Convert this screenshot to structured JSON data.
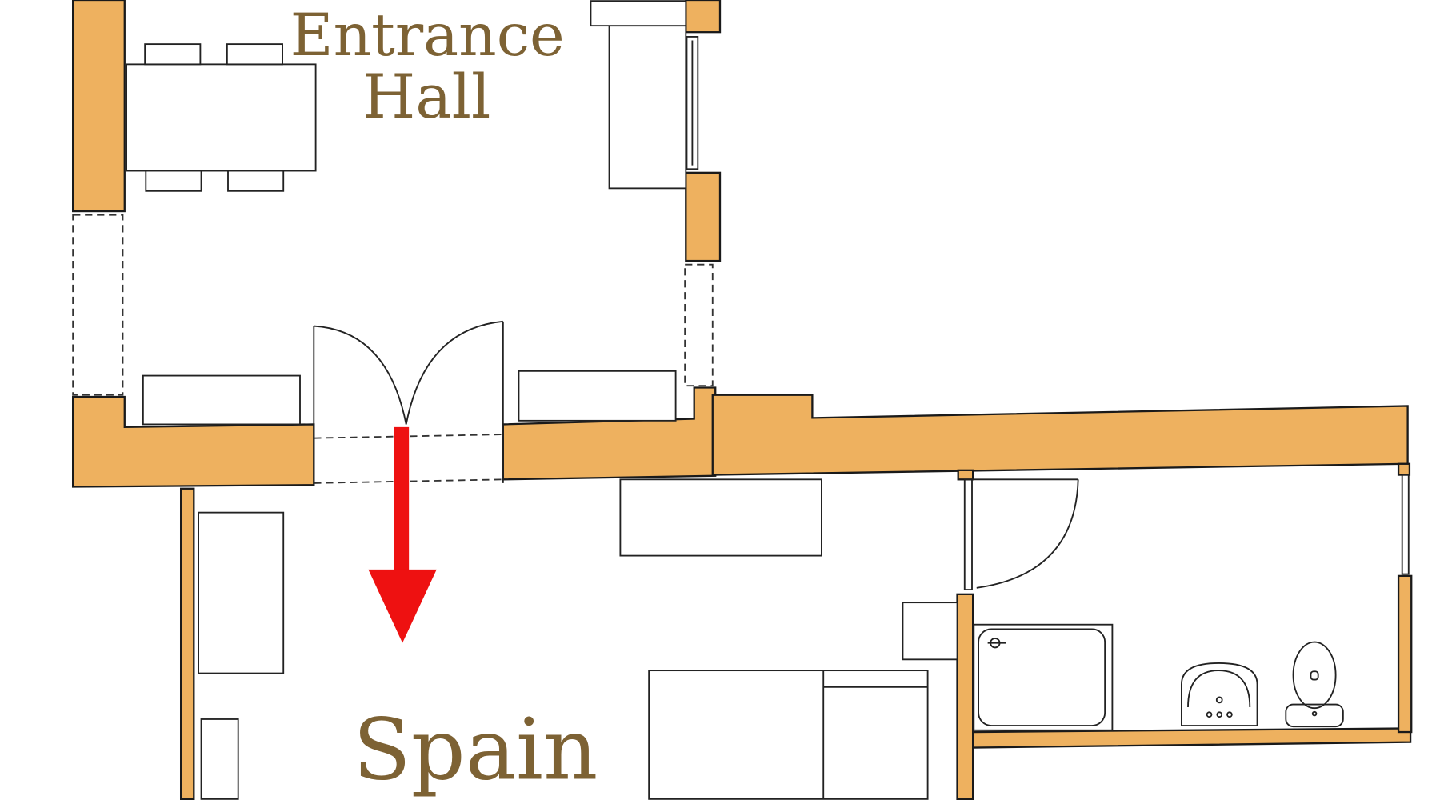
{
  "rooms": {
    "entrance_label_line1": "Entrance",
    "entrance_label_line2": "Hall",
    "bedroom_label": "Spain"
  },
  "colors": {
    "wall": "#eeb15f",
    "label_text": "#7d6234",
    "arrow": "#ee1111",
    "outline": "#1a1a1a"
  },
  "icons": [
    "arrow-down-icon",
    "shower-icon",
    "sink-icon",
    "toilet-icon"
  ]
}
